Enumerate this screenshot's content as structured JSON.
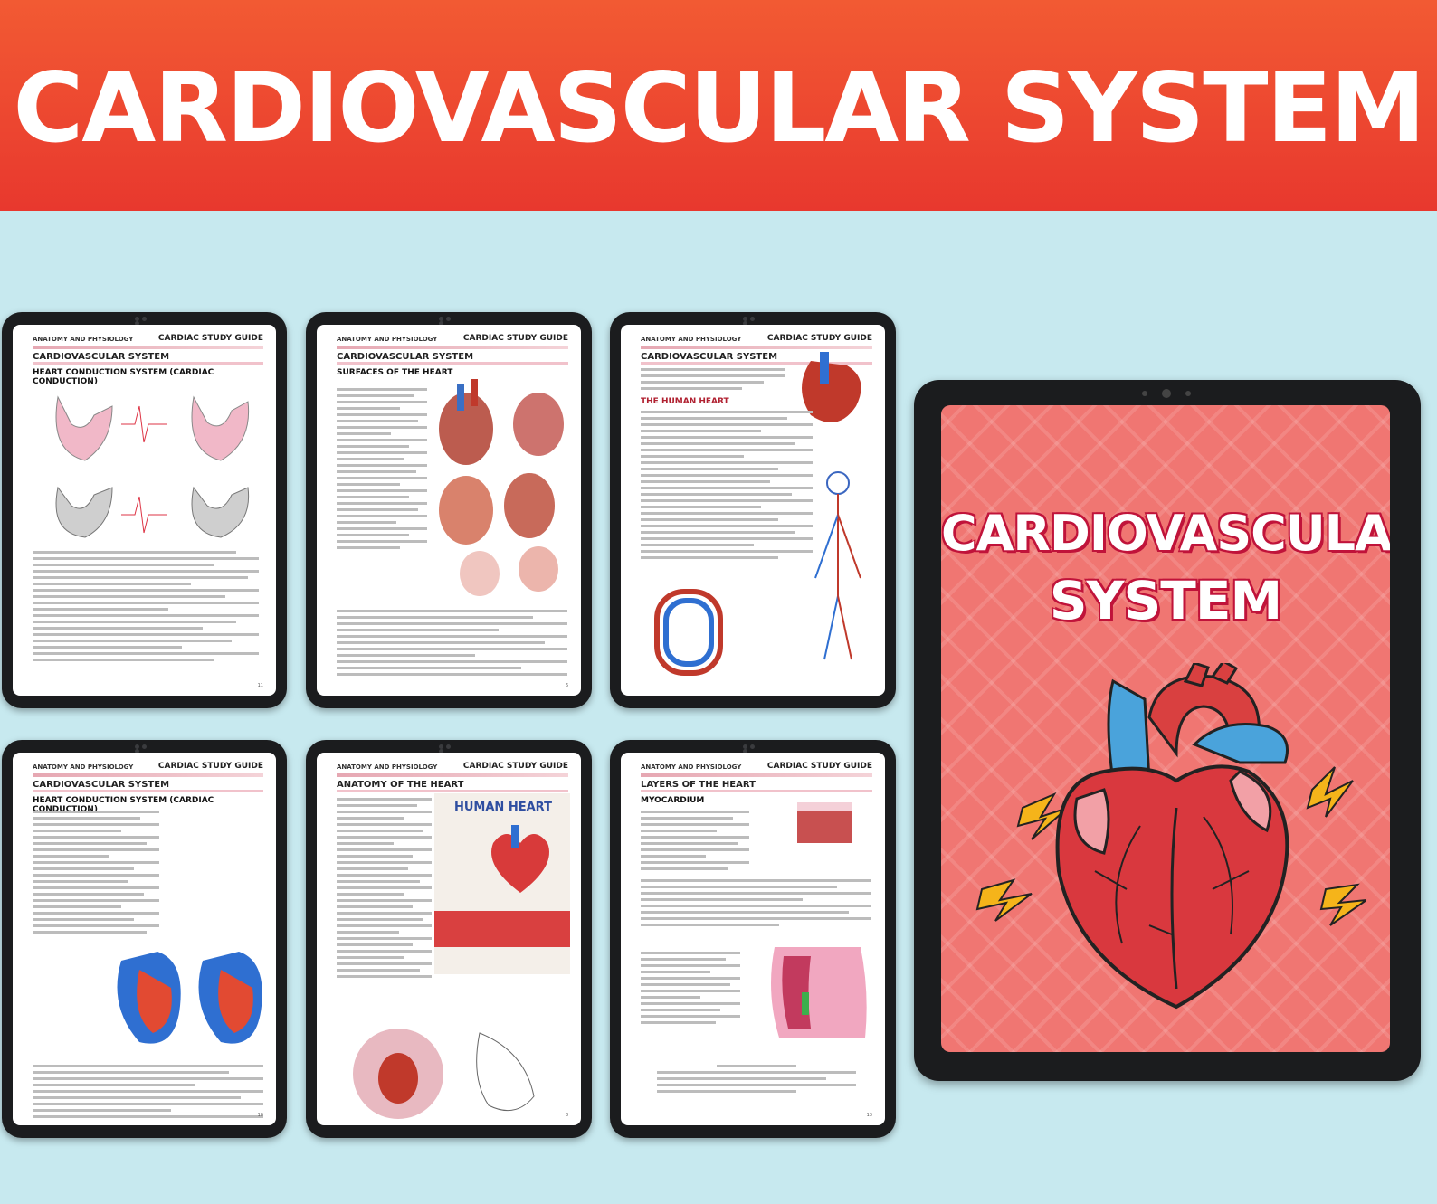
{
  "banner": {
    "title": "CARDIOVASCULAR SYSTEM"
  },
  "pages": [
    {
      "header_left": "ANATOMY AND PHYSIOLOGY",
      "header_right": "CARDIAC STUDY GUIDE",
      "section": "CARDIOVASCULAR SYSTEM",
      "subtitle": "HEART CONDUCTION SYSTEM (CARDIAC CONDUCTION)",
      "page_number": "11"
    },
    {
      "header_left": "ANATOMY AND PHYSIOLOGY",
      "header_right": "CARDIAC STUDY GUIDE",
      "section": "CARDIOVASCULAR SYSTEM",
      "subtitle": "SURFACES OF THE HEART",
      "page_number": "6"
    },
    {
      "header_left": "ANATOMY AND PHYSIOLOGY",
      "header_right": "CARDIAC STUDY GUIDE",
      "section": "CARDIOVASCULAR SYSTEM",
      "subtitle": "THE HUMAN HEART",
      "page_number": ""
    },
    {
      "header_left": "ANATOMY AND PHYSIOLOGY",
      "header_right": "CARDIAC STUDY GUIDE",
      "section": "CARDIOVASCULAR SYSTEM",
      "subtitle": "HEART CONDUCTION SYSTEM (CARDIAC CONDUCTION)",
      "page_number": "10"
    },
    {
      "header_left": "ANATOMY AND PHYSIOLOGY",
      "header_right": "CARDIAC STUDY GUIDE",
      "section": "ANATOMY OF THE HEART",
      "subtitle": "HUMAN HEART",
      "page_number": "8"
    },
    {
      "header_left": "ANATOMY AND PHYSIOLOGY",
      "header_right": "CARDIAC STUDY GUIDE",
      "section": "LAYERS OF THE HEART",
      "subtitle": "MYOCARDIUM",
      "page_number": "13"
    }
  ],
  "cover": {
    "line1": "CARDIOVASCULAR",
    "line2": "SYSTEM"
  }
}
